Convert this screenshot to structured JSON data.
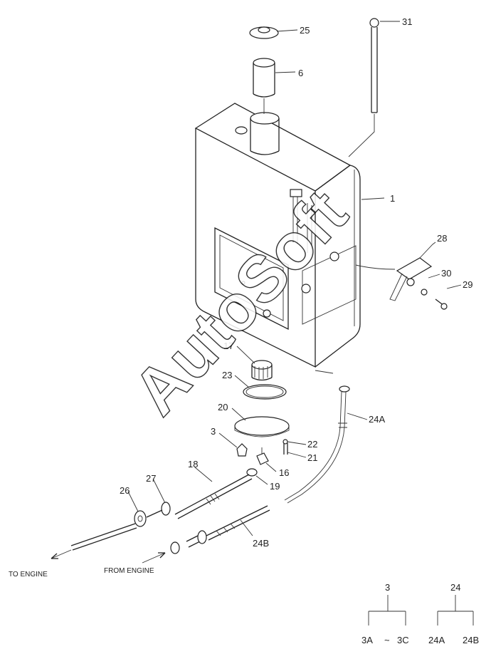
{
  "watermark": "AutoSoft",
  "callouts": {
    "c25": "25",
    "c6": "6",
    "c31": "31",
    "c1": "1",
    "c28": "28",
    "c30": "30",
    "c29": "29",
    "c17": "17",
    "c23": "23",
    "c20": "20",
    "c24a": "24A",
    "c3": "3",
    "c22": "22",
    "c21": "21",
    "c16": "16",
    "c19": "19",
    "c18": "18",
    "c27": "27",
    "c26": "26",
    "c24b": "24B"
  },
  "flow": {
    "to_engine": "TO ENGINE",
    "from_engine": "FROM ENGINE"
  },
  "legend": {
    "group3": {
      "parent": "3",
      "left": "3A",
      "sep": "~",
      "right": "3C"
    },
    "group24": {
      "parent": "24",
      "left": "24A",
      "right": "24B"
    }
  }
}
